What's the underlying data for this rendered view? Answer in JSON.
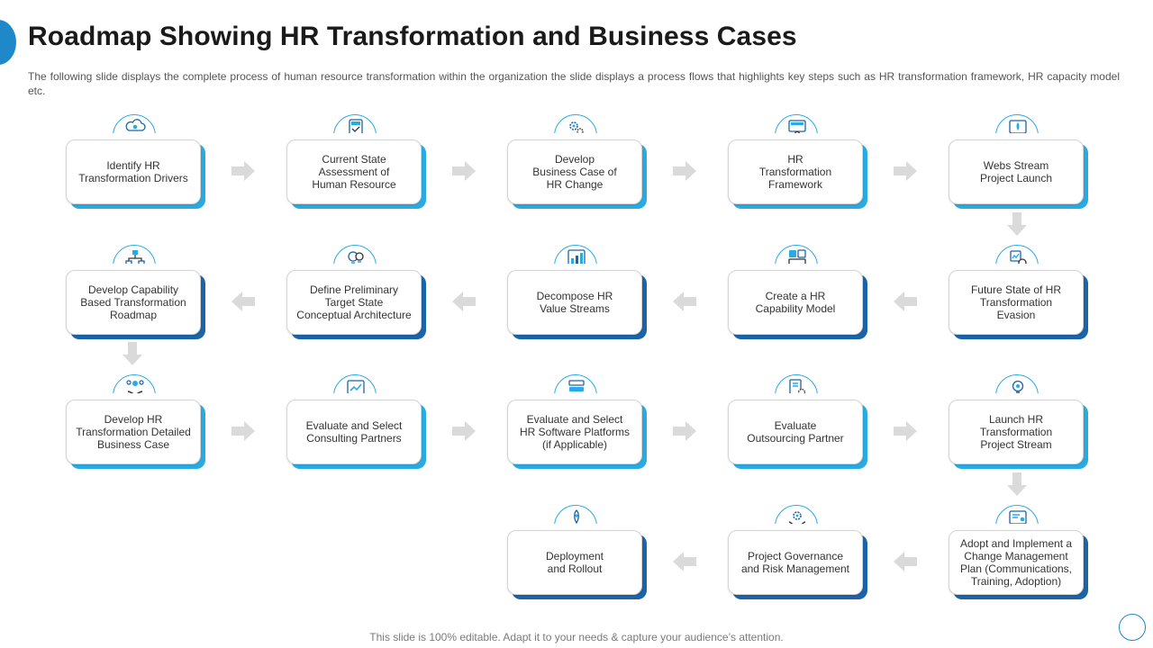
{
  "title": "Roadmap Showing HR Transformation and Business Cases",
  "subtitle": "The following  slide displays the complete process of human resource transformation  within the organization the slide displays a process flows that highlights key steps such as HR transformation framework, HR capacity model etc.",
  "footer": "This slide is 100% editable. Adapt it to your needs & capture your audience’s attention.",
  "steps": [
    {
      "label": "Identify HR\nTransformation Drivers",
      "icon": "cloud-icon"
    },
    {
      "label": "Current State\nAssessment of\nHuman Resource",
      "icon": "report-icon"
    },
    {
      "label": "Develop\nBusiness Case of\nHR Change",
      "icon": "gears-icon"
    },
    {
      "label": "HR\nTransformation\nFramework",
      "icon": "monitor-gear-icon"
    },
    {
      "label": "Webs Stream\nProject Launch",
      "icon": "rocket-screen-icon"
    },
    {
      "label": "Future State of HR\nTransformation\nEvasion",
      "icon": "finance-icon"
    },
    {
      "label": "Create a HR\nCapability Model",
      "icon": "team-model-icon"
    },
    {
      "label": "Decompose HR\nValue Streams",
      "icon": "chart-board-icon"
    },
    {
      "label": "Define Preliminary\nTarget State\nConceptual Architecture",
      "icon": "lightbulb-icon"
    },
    {
      "label": "Develop Capability\nBased Transformation\nRoadmap",
      "icon": "network-icon"
    },
    {
      "label": "Develop HR\nTransformation Detailed\nBusiness Case",
      "icon": "hand-network-icon"
    },
    {
      "label": "Evaluate and Select\nConsulting Partners",
      "icon": "chart-window-icon"
    },
    {
      "label": "Evaluate and Select\nHR Software Platforms\n(if Applicable)",
      "icon": "servers-icon"
    },
    {
      "label": "Evaluate\nOutsourcing Partner",
      "icon": "document-gear-icon"
    },
    {
      "label": "Launch HR\nTransformation\nProject Stream",
      "icon": "bulb-gear-icon"
    },
    {
      "label": "Adopt and Implement a\nChange Management\nPlan (Communications,\nTraining, Adoption)",
      "icon": "certificate-icon"
    },
    {
      "label": "Project Governance\nand Risk Management",
      "icon": "hands-gear-icon"
    },
    {
      "label": "Deployment\nand Rollout",
      "icon": "rocket-icon"
    }
  ],
  "colors": {
    "accent": "#29abe2",
    "accent_dark": "#1b64a8",
    "arrow": "#dadada",
    "title": "#1a1a1a"
  }
}
